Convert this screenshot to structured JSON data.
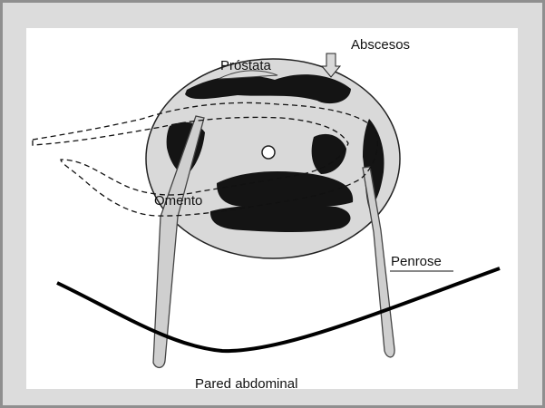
{
  "labels": {
    "abscess": "Abscesos",
    "prostate": "Próstata",
    "omentum": "Omento",
    "drain": "Penrose",
    "abdominal_wall": "Pared abdominal"
  },
  "colors": {
    "frame": "#8f8f8f",
    "background": "#dcdcdc",
    "panel": "#ffffff",
    "prostate_fill": "#d9d9d9",
    "abscess_fill": "#141414",
    "drain_fill": "#cfcfcf",
    "wall_stroke": "#000000"
  },
  "icons": {
    "arrow": "down-arrow-icon"
  }
}
